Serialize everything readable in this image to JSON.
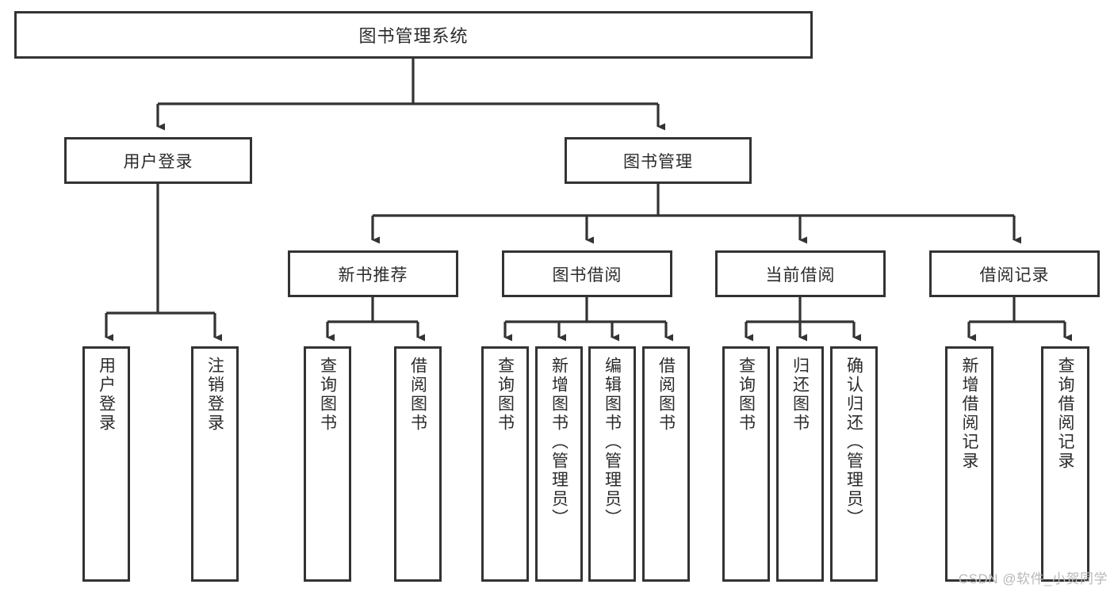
{
  "diagram": {
    "title": "图书管理系统",
    "watermark": "CSDN @软件_小贺同学",
    "colors": {
      "border": "#333333",
      "text": "#2b2b2b",
      "background": "#ffffff",
      "watermark": "#b9b9b9"
    },
    "root": {
      "label": "图书管理系统"
    },
    "level2": [
      {
        "label": "用户登录"
      },
      {
        "label": "图书管理"
      }
    ],
    "level3": [
      {
        "label": "新书推荐"
      },
      {
        "label": "图书借阅"
      },
      {
        "label": "当前借阅"
      },
      {
        "label": "借阅记录"
      }
    ],
    "leaves": {
      "user_login": [
        {
          "label": "用户登录"
        },
        {
          "label": "注销登录"
        }
      ],
      "new_book": [
        {
          "label": "查询图书"
        },
        {
          "label": "借阅图书"
        }
      ],
      "borrow": [
        {
          "label": "查询图书"
        },
        {
          "label": "新增图书（管理员）"
        },
        {
          "label": "编辑图书（管理员）"
        },
        {
          "label": "借阅图书"
        }
      ],
      "current": [
        {
          "label": "查询图书"
        },
        {
          "label": "归还图书"
        },
        {
          "label": "确认归还（管理员）"
        }
      ],
      "records": [
        {
          "label": "新增借阅记录"
        },
        {
          "label": "查询借阅记录"
        }
      ]
    }
  }
}
